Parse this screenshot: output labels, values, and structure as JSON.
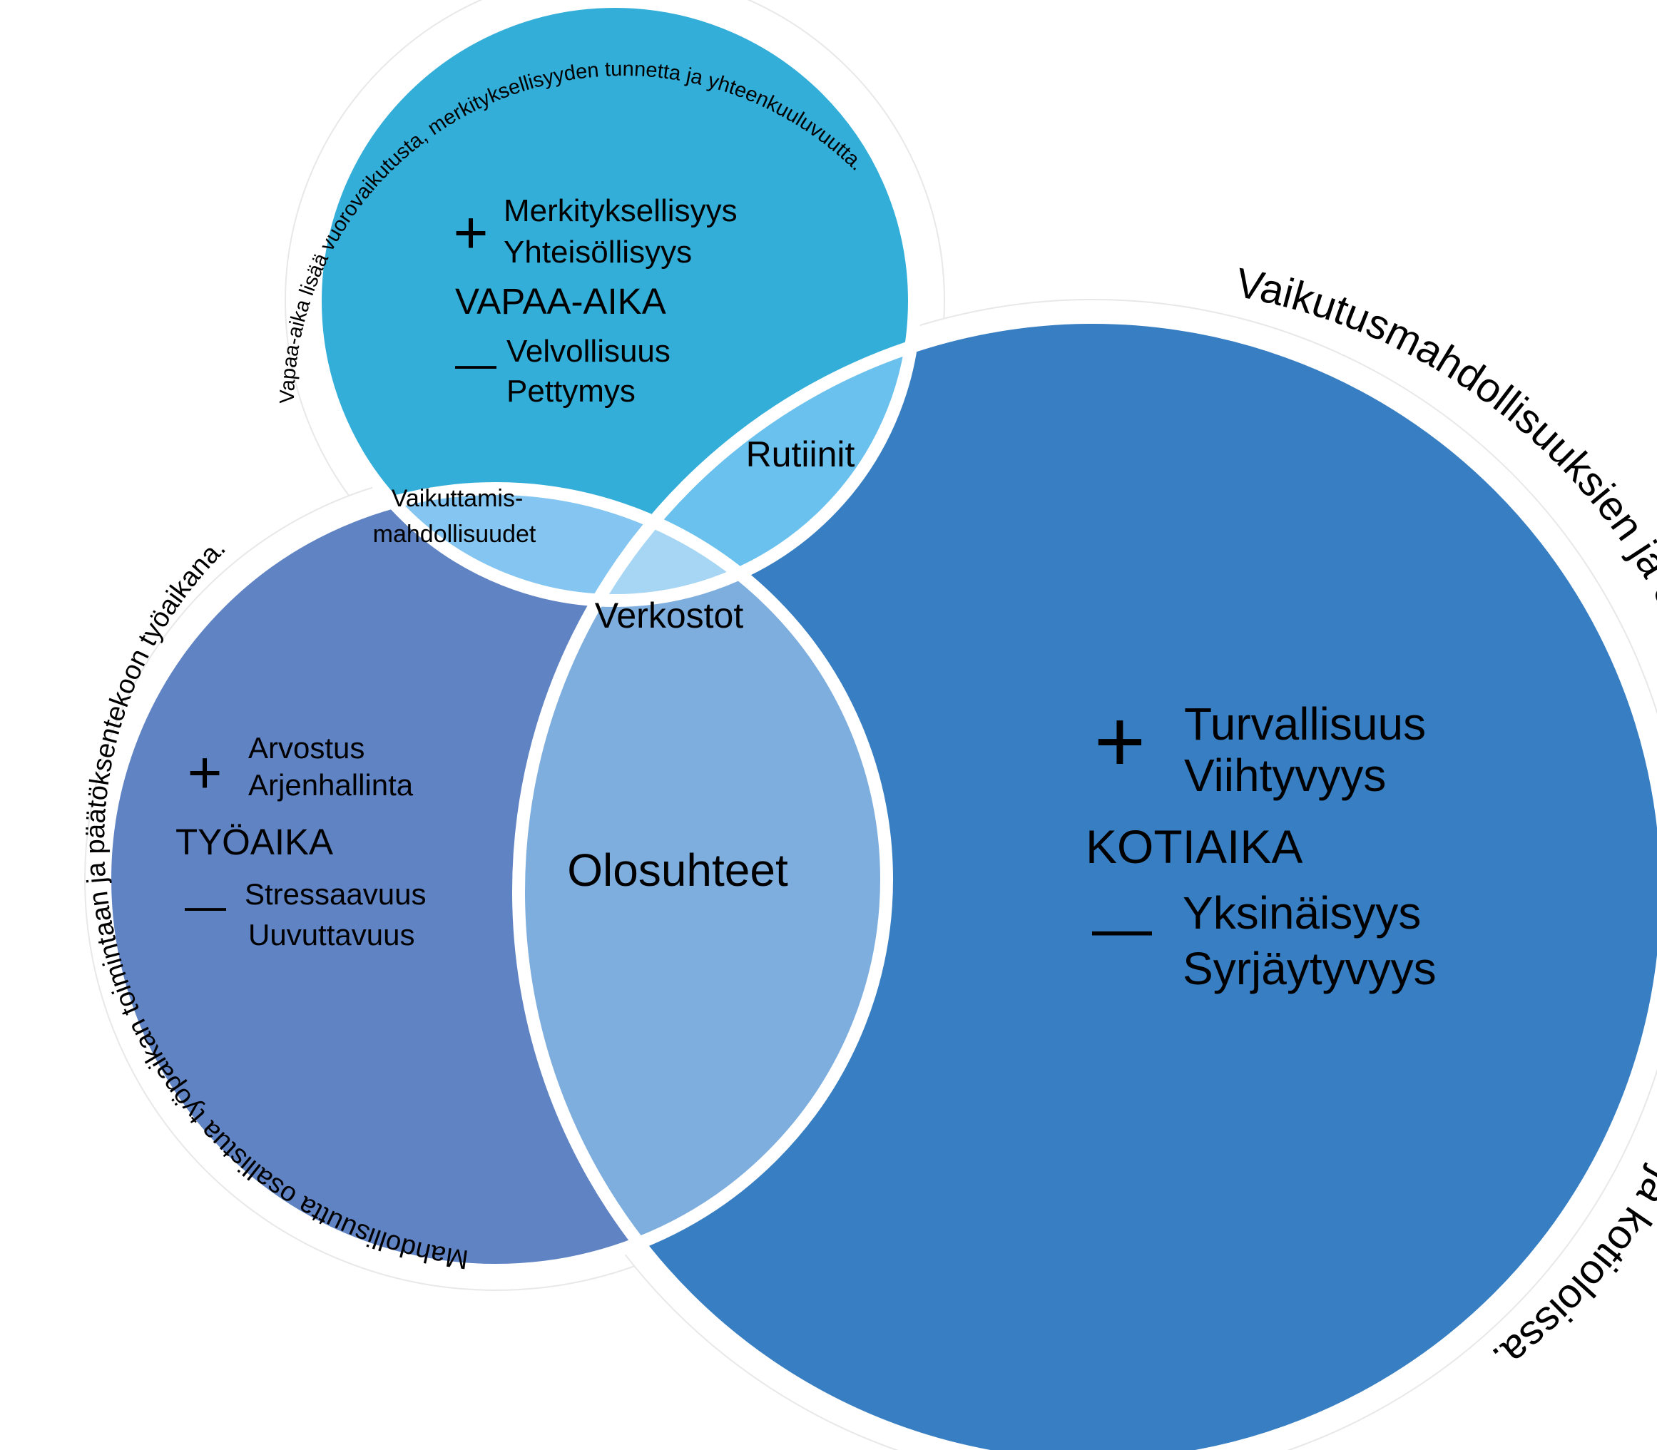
{
  "colors": {
    "vapaa": "#33AED8",
    "tyo": "#6083C3",
    "koti": "#377EC2",
    "vapaa_tyo": "#84C6F1",
    "vapaa_koti": "#6AC1EE",
    "tyo_koti": "#7DAEDE",
    "center": "#A6D6F4",
    "outline": "#FFFFFF"
  },
  "arcs": {
    "vapaa": "Vapaa-aika lisää vuorovaikutusta, merkityksellisyyden tunnetta ja yhteenkuuluvuutta.",
    "tyo": "Mahdollisuutta osallistua työpaikan toimintaan ja päätöksentekoon työaikana.",
    "koti": "Vaikutusmahdollisuuksien ja osallisuuden välittymistä arjessa ja kotioloissa."
  },
  "circles": {
    "vapaa": {
      "title": "VAPAA-AIKA",
      "plus_sign": "+",
      "plus": [
        "Merkityksellisyys",
        "Yhteisöllisyys"
      ],
      "minus_sign": "—",
      "minus": [
        "Velvollisuus",
        "Pettymys"
      ]
    },
    "tyo": {
      "title": "TYÖAIKA",
      "plus_sign": "+",
      "plus": [
        "Arvostus",
        "Arjenhallinta"
      ],
      "minus_sign": "—",
      "minus": [
        "Stressaavuus",
        "Uuvuttavuus"
      ]
    },
    "koti": {
      "title": "KOTIAIKA",
      "plus_sign": "+",
      "plus": [
        "Turvallisuus",
        "Viihtyvyys"
      ],
      "minus_sign": "—",
      "minus": [
        "Yksinäisyys",
        "Syrjäytyvyys"
      ]
    }
  },
  "overlaps": {
    "vapaa_tyo": [
      "Vaikuttamis-",
      "mahdollisuudet"
    ],
    "vapaa_koti": "Rutiinit",
    "tyo_koti": "Olosuhteet",
    "center": "Verkostot"
  }
}
